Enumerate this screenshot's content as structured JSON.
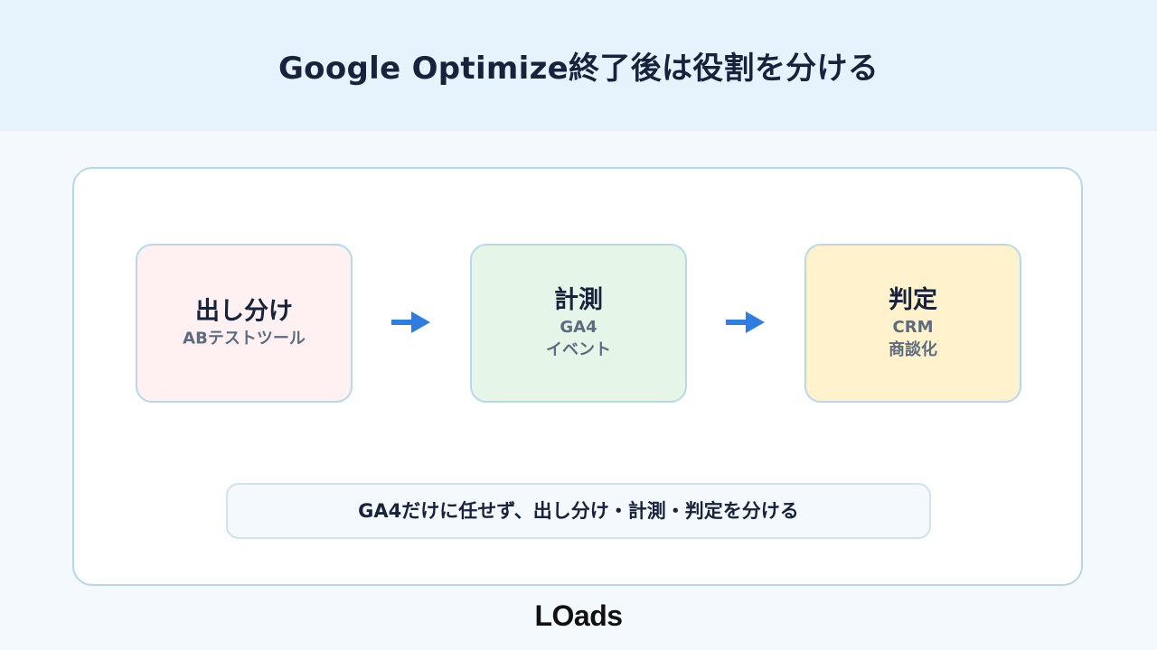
{
  "header": {
    "title": "Google Optimize終了後は役割を分ける"
  },
  "steps": [
    {
      "title": "出し分け",
      "lines": [
        "ABテストツール"
      ]
    },
    {
      "title": "計測",
      "lines": [
        "GA4",
        "イベント"
      ]
    },
    {
      "title": "判定",
      "lines": [
        "CRM",
        "商談化"
      ]
    }
  ],
  "arrows": {
    "icon": "arrow-right-icon",
    "color": "#2f7de1"
  },
  "note": "GA4だけに任せず、出し分け・計測・判定を分ける",
  "brand": "LOads",
  "colors": {
    "header_bg": "#e6f3fc",
    "step_1_bg": "#fff1f1",
    "step_2_bg": "#e5f6e9",
    "step_3_bg": "#fff2cc",
    "border": "#b7d8ea"
  }
}
